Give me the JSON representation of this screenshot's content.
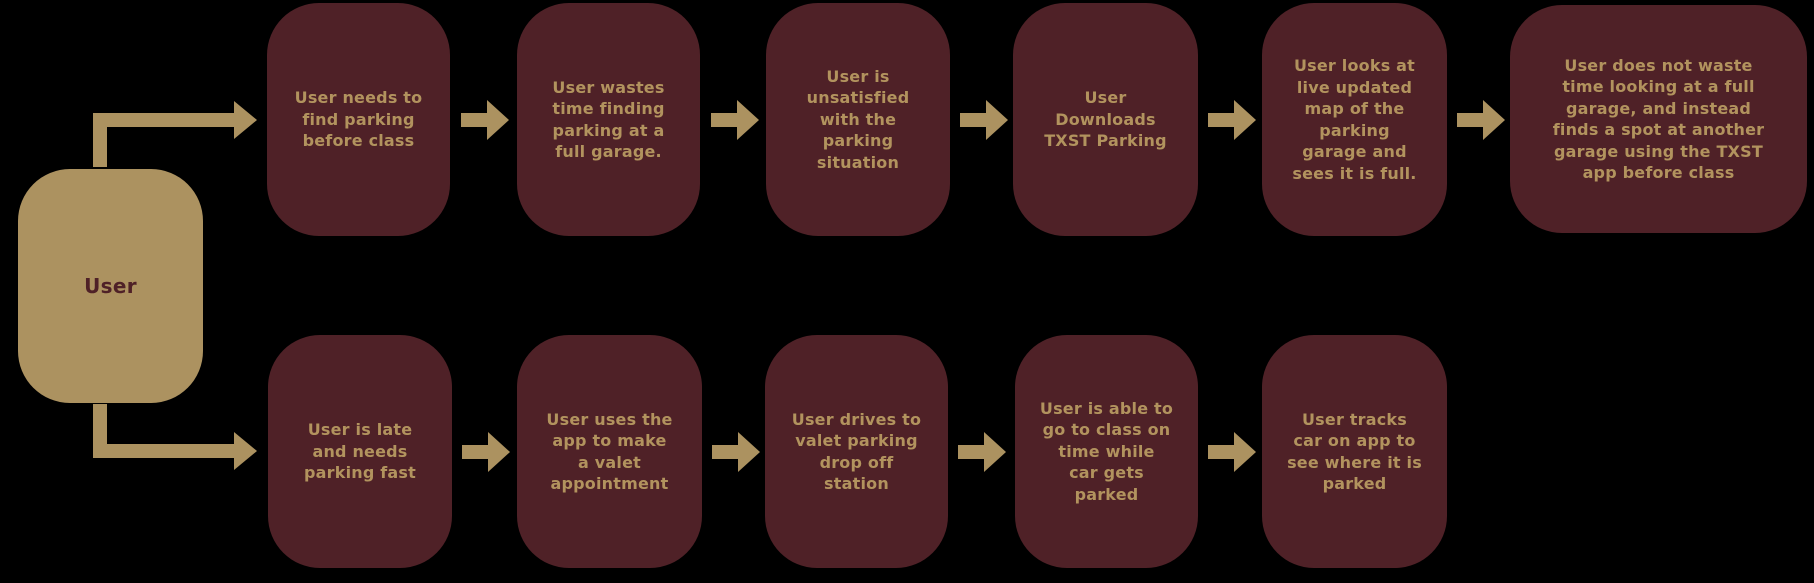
{
  "colors": {
    "background": "#000000",
    "box_maroon": "#4F2127",
    "accent_tan": "#AC9260",
    "text_gold": "#B2935E"
  },
  "user_node": {
    "label": "User"
  },
  "top_row": {
    "steps": [
      {
        "label": "User needs to\nfind parking\nbefore class"
      },
      {
        "label": "User wastes\ntime finding\nparking at a\nfull garage."
      },
      {
        "label": "User is\nunsatisfied\nwith the\nparking\nsituation"
      },
      {
        "label": "User\nDownloads\nTXST Parking"
      },
      {
        "label": "User looks at\nlive updated\nmap of the\nparking\ngarage and\nsees it is full."
      },
      {
        "label": "User does not waste\ntime looking at a full\ngarage, and instead\nfinds a spot at another\ngarage using the TXST\napp before class"
      }
    ]
  },
  "bottom_row": {
    "steps": [
      {
        "label": "User is late\nand needs\nparking fast"
      },
      {
        "label": "User uses the\napp to make\na valet\nappointment"
      },
      {
        "label": "User drives to\nvalet parking\ndrop off\nstation"
      },
      {
        "label": "User is able to\ngo to class on\ntime while\ncar gets\nparked"
      },
      {
        "label": "User tracks\ncar on app to\nsee where it is\nparked"
      }
    ]
  }
}
